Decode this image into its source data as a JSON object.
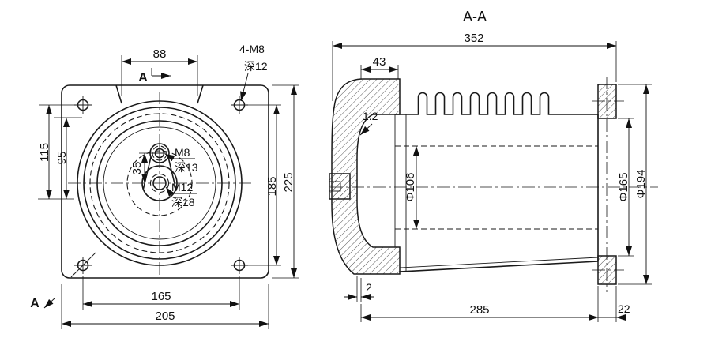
{
  "front": {
    "dim_88": "88",
    "dim_115": "115",
    "dim_95": "95",
    "dim_35": "35",
    "dim_185": "185",
    "dim_225": "225",
    "dim_165": "165",
    "dim_205": "205",
    "bolt_label": "4-M8",
    "bolt_depth": "深12",
    "m8_label": "M8",
    "m8_depth": "深13",
    "m12_label": "M12",
    "m12_depth": "深18",
    "section_letter_top": "A",
    "section_letter_bottom": "A"
  },
  "section": {
    "title": "A-A",
    "dim_352": "352",
    "dim_43": "43",
    "dim_gap": "1.2",
    "dim_bore": "Φ106",
    "dim_flange_inner": "Φ165",
    "dim_flange_outer": "Φ194",
    "dim_step": "2",
    "dim_285": "285",
    "dim_22": "22"
  },
  "colors": {
    "line": "#1a1a1a",
    "background": "#ffffff"
  }
}
